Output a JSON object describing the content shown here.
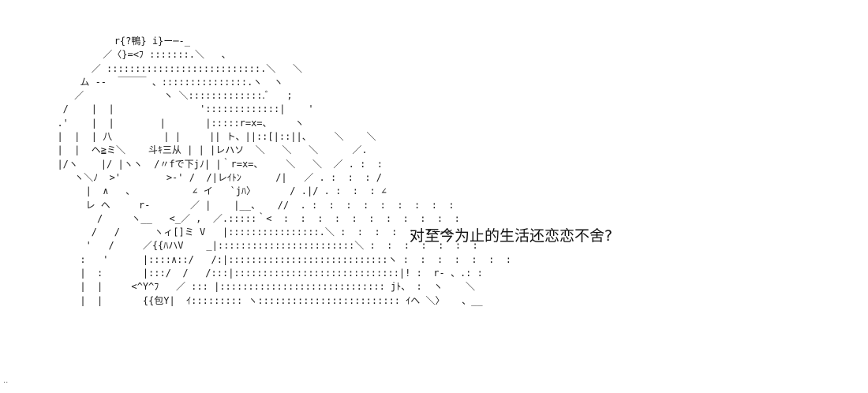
{
  "art": {
    "lines": [
      "            r{?鴨} i}ー─‐_",
      "          ／〈}=<ﾌ :::::::.＼   、",
      "        ／ :::::::::::::::::::::::::::.＼   ＼",
      "      ム ‐-  ￣￣￣ 、:::::::::::::::.ヽ  ヽ",
      "     ／              ヽ ＼:::::::::::::.ﾞ   ;",
      "   /    |  |               ':::::::::::::|    '",
      "  .'    |  |        |       |:::::r=x=、    ヽ",
      "  |  |  | 八         | |     || ト、||::[|::||、    ＼    ＼",
      "  |  |  ヘ≧ミ＼    斗ｷ三从 | | |レハソ  ＼   ＼   ＼      ／.",
      "  |/ヽ    |/ |ヽヽ  /〃fで下jﾉ| |｀r=x=、    ＼   ＼  ／ . :  :",
      "     ヽ＼ﾉ  >'        >-' /  /|レｲﾄﾝ      /|   ／ . :  :  : /",
      "       |  ∧   、          ∠ イ   `jﾊ〉      / .|/ . :  :  : ∠",
      "       レ ヘ     r‐       ／ |    |__、   //  . :  :  :  :  :  :  :  :  :",
      "         /     ヽ__   <_／ ,  ／.:::::｀<  :  :  :  :  :  :  :  :  :  :  :",
      "        /   /      ヽィ[]ミ V   |::::::::::::::::.＼ :  :  :  :  :  :ー─<",
      "       '   /     ／{{ﾊハV    _|::::::::::::::::::::::::＼ :  :  :  :  :  :  :",
      "      :   '      |::::∧::/   /:|::::::::::::::::::::::::::::ヽ :  :  :  :  :  :  :",
      "      |  :       |:::/  /   /:::|:::::::::::::::::::::::::::::|! :  r‐ 、.: :",
      "      |  |     <^Y^ﾌ   ／ ::: |::::::::::::::::::::::::::::: jﾄ、 :  ヽ    ＼",
      "      |  |       {{包Y|  ｲ::::::::: ヽ::::::::::::::::::::::::: ｲヘ ＼〉   、__"
    ]
  },
  "caption": "对至今为止的生活还恋恋不舍?"
}
